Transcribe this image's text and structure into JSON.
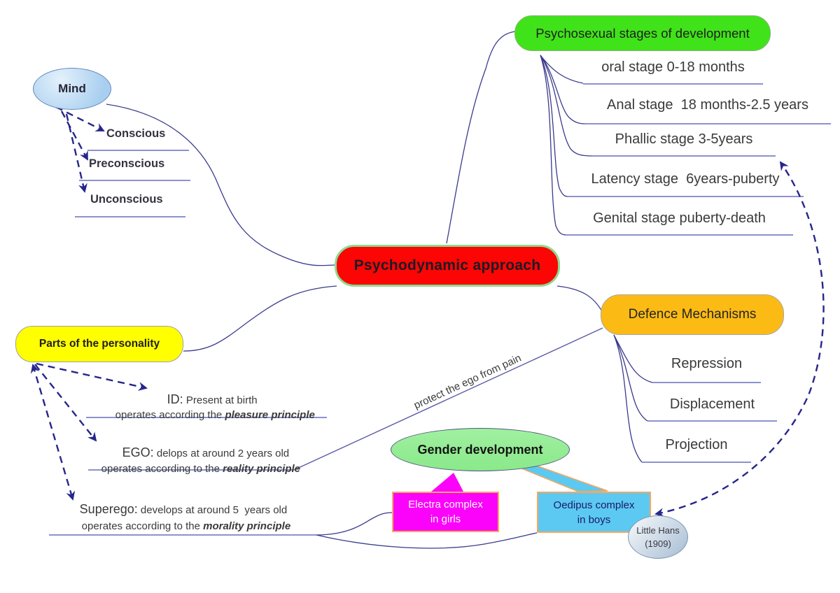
{
  "central": {
    "label": "Psychodynamic approach"
  },
  "mind": {
    "label": "Mind",
    "items": [
      "Conscious",
      "Preconscious",
      "Unconscious"
    ]
  },
  "stages": {
    "label": "Psychosexual stages of development",
    "items": [
      "oral stage 0-18 months",
      "Anal stage  18 months-2.5 years",
      "Phallic stage 3-5years",
      "Latency stage  6years-puberty",
      "Genital stage puberty-death"
    ]
  },
  "defence": {
    "label": "Defence Mechanisms",
    "items": [
      "Repression",
      "Displacement",
      "Projection"
    ],
    "annotation": "protect the ego from pain"
  },
  "personality": {
    "label": "Parts of the personality",
    "items": [
      {
        "term": "ID:",
        "desc": " Present at birth",
        "line2": "operates according the ",
        "emphasis": "pleasure principle"
      },
      {
        "term": "EGO:",
        "desc": " delops at around 2 years old",
        "line2": "operates according to the ",
        "emphasis": "reality principle"
      },
      {
        "term": "Superego:",
        "desc": " develops at around 5  years old",
        "line2": "operates according to the ",
        "emphasis": "morality principle"
      }
    ]
  },
  "gender": {
    "label": "Gender development",
    "electra": {
      "line1": "Electra complex",
      "line2": "in girls"
    },
    "oedipus": {
      "line1": "Oedipus complex",
      "line2": "in boys"
    },
    "little_hans": {
      "line1": "Little Hans",
      "line2": "(1909)"
    }
  },
  "colors": {
    "central_fill": "#FB0505",
    "central_border": "#8FD98F",
    "stages_fill": "#40E319",
    "defence_fill": "#FBBB14",
    "personality_fill": "#FFFF00",
    "mind_fill": "#A9CFF0",
    "gender_fill": "#90EE90",
    "electra_fill": "#FB02FB",
    "oedipus_fill": "#5CC9F2",
    "littlehans_fill": "#C9D6E4",
    "box_border": "#F5A85F",
    "connector": "#3A3A8C",
    "underline": "#7C82C8",
    "dashed_arrow": "#26268C"
  }
}
